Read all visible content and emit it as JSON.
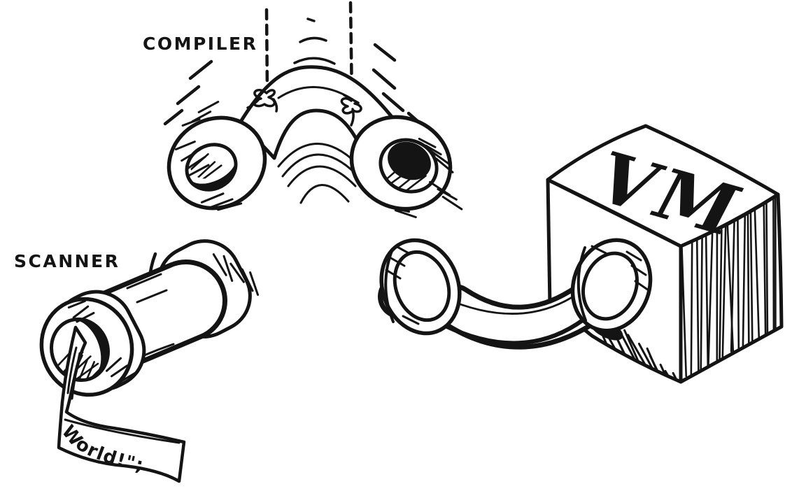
{
  "illustration": {
    "description": "Hand-drawn pipe fittings representing a language implementation pipeline"
  },
  "labels": {
    "compiler": "COMPILER",
    "scanner": "SCANNER",
    "vm": "VM",
    "tape_text": "World!\";"
  },
  "colors": {
    "ink": "#141414",
    "paper": "#ffffff"
  }
}
